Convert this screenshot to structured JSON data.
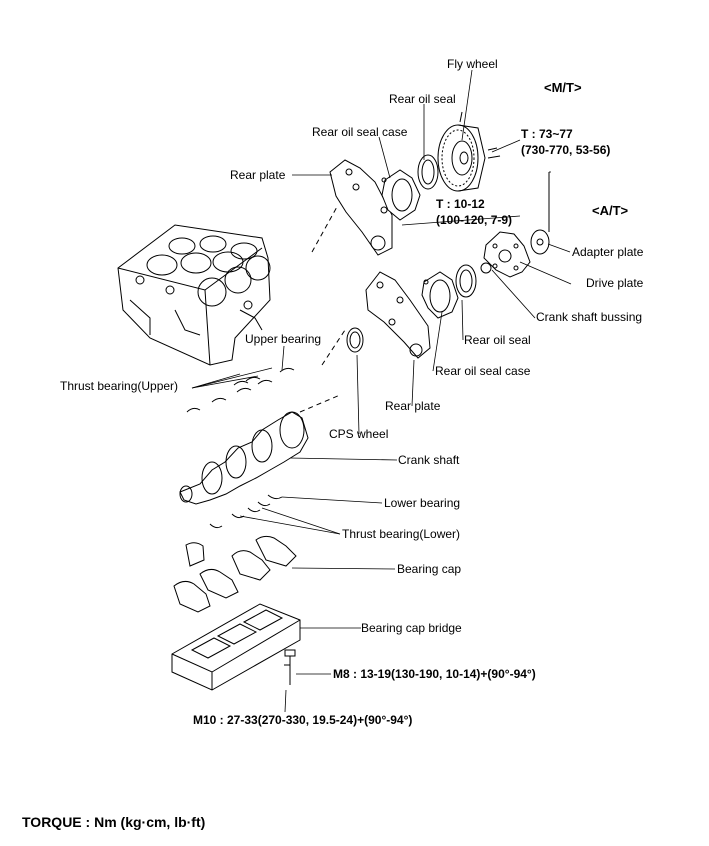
{
  "labels": {
    "fly_wheel": "Fly wheel",
    "mt": "<M/T>",
    "rear_oil_seal_top": "Rear oil seal",
    "rear_oil_seal_case_top": "Rear oil seal case",
    "rear_plate_top": "Rear plate",
    "at": "<A/T>",
    "adapter_plate": "Adapter plate",
    "drive_plate": "Drive plate",
    "crank_shaft_bussing": "Crank shaft bussing",
    "rear_oil_seal_mid": "Rear oil seal",
    "rear_oil_seal_case_mid": "Rear oil seal case",
    "rear_plate_mid": "Rear plate",
    "upper_bearing": "Upper bearing",
    "thrust_bearing_upper": "Thrust bearing(Upper)",
    "cps_wheel": "CPS wheel",
    "crank_shaft": "Crank shaft",
    "lower_bearing": "Lower bearing",
    "thrust_bearing_lower": "Thrust bearing(Lower)",
    "bearing_cap": "Bearing cap",
    "bearing_cap_bridge": "Bearing cap bridge"
  },
  "torques": {
    "flywheel_line1": "T  :  73~77",
    "flywheel_line2": "(730-770,  53-56)",
    "plate_line1": "T  :  10-12",
    "plate_line2": "(100-120,  7-9)",
    "m8": "M8  :  13-19(130-190,  10-14)+(90°-94°)",
    "m10": "M10  :  27-33(270-330,  19.5-24)+(90°-94°)"
  },
  "legend": "TORQUE  :  Nm  (kg·cm,  lb·ft)"
}
